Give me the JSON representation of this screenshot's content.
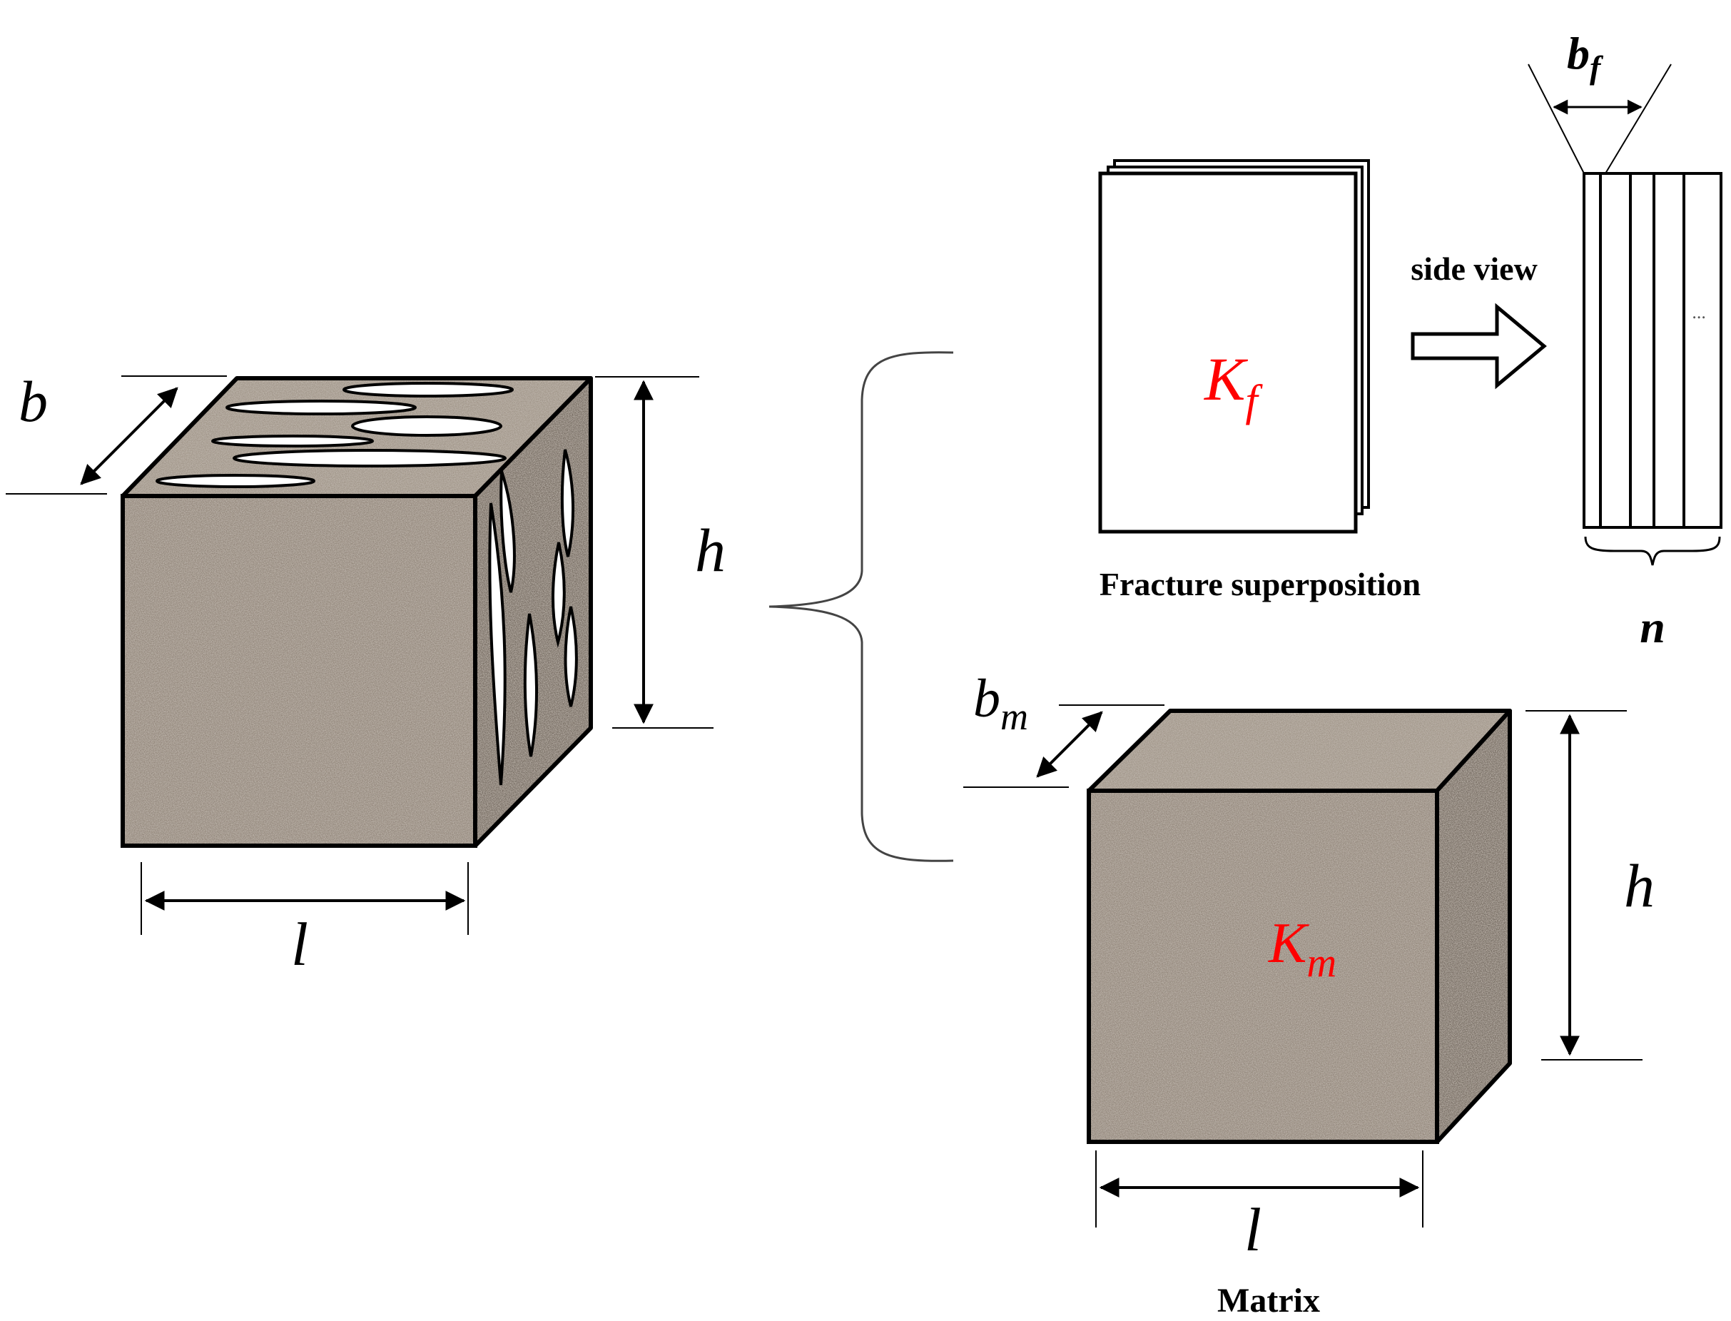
{
  "labels": {
    "b": "b",
    "h_left": "h",
    "l_left": "l",
    "kf_main": "K",
    "kf_sub": "f",
    "fracture_caption": "Fracture superposition",
    "side_view": "side view",
    "bf_main": "b",
    "bf_sub": "f",
    "n": "n",
    "ellipsis": "...",
    "bm_main": "b",
    "bm_sub": "m",
    "h_right": "h",
    "l_right": "l",
    "km_main": "K",
    "km_sub": "m",
    "matrix_caption": "Matrix"
  },
  "colors": {
    "rock_base": "#8c7f72",
    "highlight_text": "#ff0000",
    "line": "#000000"
  },
  "icons": {
    "arrow": "hollow-right-arrow",
    "brace": "curly-brace"
  }
}
